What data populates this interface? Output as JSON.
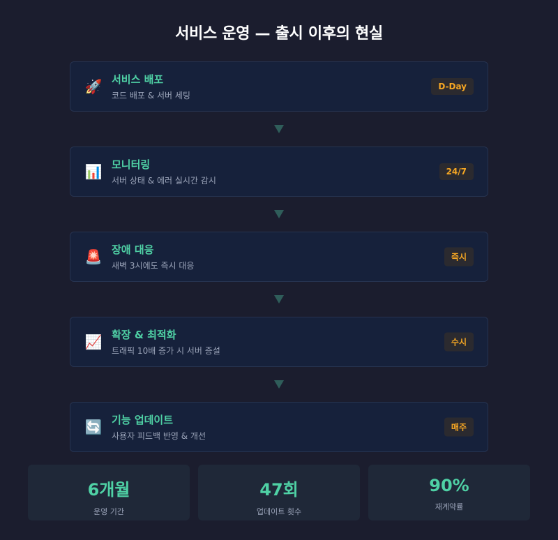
{
  "title": "서비스 운영 — 출시 이후의 현실",
  "steps": [
    {
      "icon": "rocket-icon",
      "glyph": "🚀",
      "title": "서비스 배포",
      "desc": "코드 배포 & 서버 세팅",
      "badge": "D-Day"
    },
    {
      "icon": "bar-chart-icon",
      "glyph": "📊",
      "title": "모니터링",
      "desc": "서버 상태 & 에러 실시간 감시",
      "badge": "24/7"
    },
    {
      "icon": "siren-icon",
      "glyph": "🚨",
      "title": "장애 대응",
      "desc": "새벽 3시에도 즉시 대응",
      "badge": "즉시"
    },
    {
      "icon": "trend-up-icon",
      "glyph": "📈",
      "title": "확장 & 최적화",
      "desc": "트래픽 10배 증가 시 서버 증설",
      "badge": "수시"
    },
    {
      "icon": "refresh-icon",
      "glyph": "🔄",
      "title": "기능 업데이트",
      "desc": "사용자 피드백 반영 & 개선",
      "badge": "매주"
    }
  ],
  "stats": [
    {
      "value": "6개월",
      "label": "운영 기간"
    },
    {
      "value": "47회",
      "label": "업데이트 횟수"
    },
    {
      "value": "90%",
      "label": "재계약률"
    }
  ],
  "colors": {
    "background": "#1b1d2e",
    "card": "#16213b",
    "accent": "#4fd1a5",
    "badge_text": "#f5a623",
    "arrow": "#2f5d5a"
  }
}
